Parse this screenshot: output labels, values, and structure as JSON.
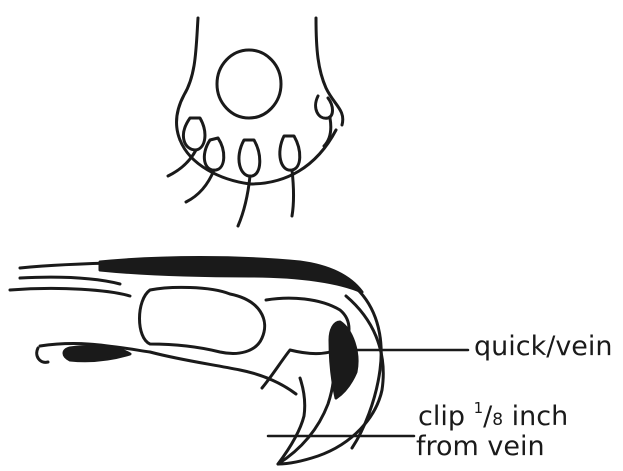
{
  "labels": {
    "quick_vein": "quick/vein",
    "clip_prefix": "clip ",
    "clip_numerator": "1",
    "clip_slash": "/",
    "clip_denominator": "8",
    "clip_suffix": " inch",
    "clip_line2": "from vein"
  },
  "colors": {
    "ink": "#1a1a1a",
    "background": "#ffffff"
  }
}
